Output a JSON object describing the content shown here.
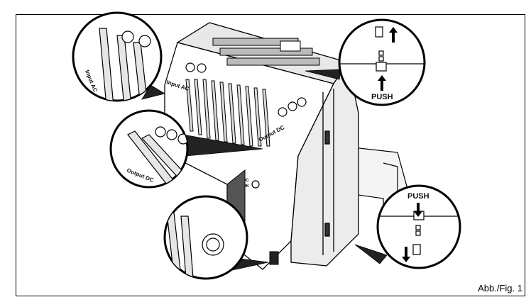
{
  "figure": {
    "caption": "Abb./Fig. 1"
  },
  "callouts": {
    "input_ac": "Input AC",
    "output_dc": "Output DC",
    "push_top": "PUSH",
    "push_bottom": "PUSH",
    "device_input_ac": "Input AC",
    "device_output_dc": "Output DC",
    "dc_ok": "DC OK",
    "dc_label": "DC",
    "ok_label": "OK"
  },
  "icons": [
    "arrow-up-icon",
    "arrow-down-icon"
  ]
}
